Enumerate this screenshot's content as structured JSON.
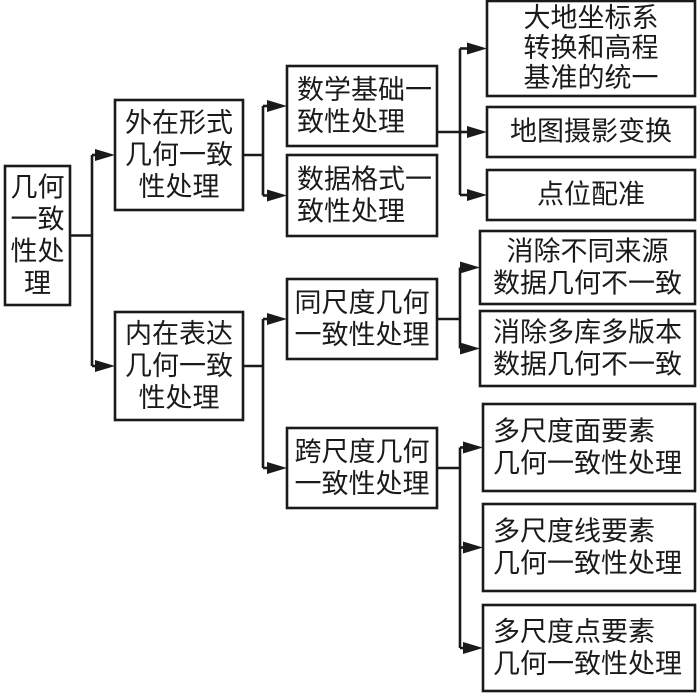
{
  "diagram": {
    "type": "tree",
    "direction": "left-to-right",
    "colors": {
      "line": "#1a1a1a",
      "background": "#ffffff"
    },
    "nodes": {
      "root": {
        "lines": [
          "几何",
          "一致",
          "性处",
          "理"
        ]
      },
      "external": {
        "lines": [
          "外在形式",
          "几何一致",
          "性处理"
        ]
      },
      "internal": {
        "lines": [
          "内在表达",
          "几何一致",
          "性处理"
        ]
      },
      "math_basis": {
        "lines": [
          "数学基础一",
          "致性处理"
        ]
      },
      "data_format": {
        "lines": [
          "数据格式一",
          "致性处理"
        ]
      },
      "geodetic": {
        "lines": [
          "大地坐标系",
          "转换和高程",
          "基准的统一"
        ]
      },
      "projection": {
        "lines": [
          "地图摄影变换"
        ]
      },
      "registration": {
        "lines": [
          "点位配准"
        ]
      },
      "same_scale": {
        "lines": [
          "同尺度几何",
          "一致性处理"
        ]
      },
      "cross_scale": {
        "lines": [
          "跨尺度几何",
          "一致性处理"
        ]
      },
      "diff_source": {
        "lines": [
          "消除不同来源",
          "数据几何不一致"
        ]
      },
      "multi_db": {
        "lines": [
          "消除多库多版本",
          "数据几何不一致"
        ]
      },
      "polygon": {
        "lines": [
          "多尺度面要素",
          "几何一致性处理"
        ]
      },
      "line": {
        "lines": [
          "多尺度线要素",
          "几何一致性处理"
        ]
      },
      "point": {
        "lines": [
          "多尺度点要素",
          "几何一致性处理"
        ]
      }
    },
    "edges": [
      [
        "root",
        "external"
      ],
      [
        "root",
        "internal"
      ],
      [
        "external",
        "math_basis"
      ],
      [
        "external",
        "data_format"
      ],
      [
        "math_basis",
        "geodetic"
      ],
      [
        "math_basis",
        "projection"
      ],
      [
        "math_basis",
        "registration"
      ],
      [
        "internal",
        "same_scale"
      ],
      [
        "internal",
        "cross_scale"
      ],
      [
        "same_scale",
        "diff_source"
      ],
      [
        "same_scale",
        "multi_db"
      ],
      [
        "cross_scale",
        "polygon"
      ],
      [
        "cross_scale",
        "line"
      ],
      [
        "cross_scale",
        "point"
      ]
    ]
  }
}
